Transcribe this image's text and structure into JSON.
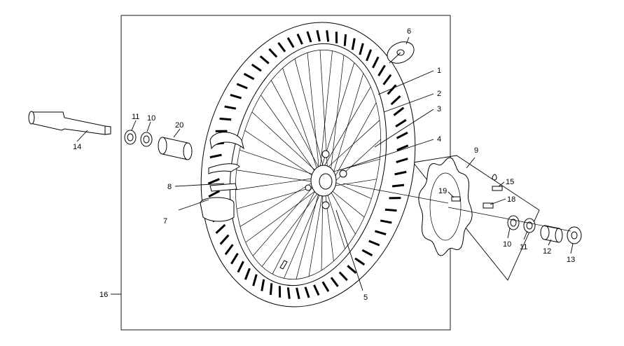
{
  "callouts": [
    {
      "id": "c1",
      "text": "1"
    },
    {
      "id": "c2",
      "text": "2"
    },
    {
      "id": "c3",
      "text": "3"
    },
    {
      "id": "c4",
      "text": "4"
    },
    {
      "id": "c5",
      "text": "5"
    },
    {
      "id": "c6",
      "text": "6"
    },
    {
      "id": "c7",
      "text": "7"
    },
    {
      "id": "c8",
      "text": "8"
    },
    {
      "id": "c9",
      "text": "9"
    },
    {
      "id": "c10a",
      "text": "10"
    },
    {
      "id": "c10b",
      "text": "10"
    },
    {
      "id": "c11a",
      "text": "11"
    },
    {
      "id": "c11b",
      "text": "11"
    },
    {
      "id": "c12",
      "text": "12"
    },
    {
      "id": "c13",
      "text": "13"
    },
    {
      "id": "c14",
      "text": "14"
    },
    {
      "id": "c15",
      "text": "15"
    },
    {
      "id": "c16",
      "text": "16"
    },
    {
      "id": "c18",
      "text": "18"
    },
    {
      "id": "c19",
      "text": "19"
    },
    {
      "id": "c20",
      "text": "20"
    }
  ]
}
